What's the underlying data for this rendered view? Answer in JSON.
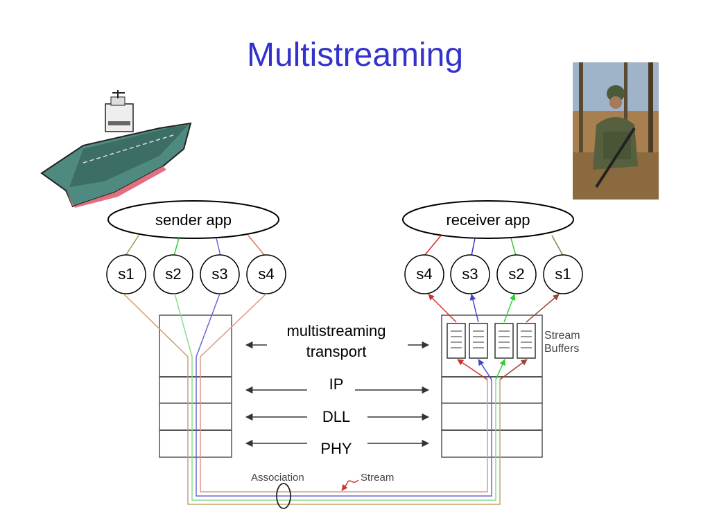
{
  "slide": {
    "title": "Multistreaming"
  },
  "sender": {
    "app_label": "sender app",
    "streams": [
      "s1",
      "s2",
      "s3",
      "s4"
    ]
  },
  "receiver": {
    "app_label": "receiver app",
    "streams": [
      "s4",
      "s3",
      "s2",
      "s1"
    ],
    "buffers_label_line1": "Stream",
    "buffers_label_line2": "Buffers"
  },
  "layers": {
    "transport_line1": "multistreaming",
    "transport_line2": "transport",
    "ip": "IP",
    "dll": "DLL",
    "phy": "PHY"
  },
  "legend": {
    "association": "Association",
    "stream": "Stream"
  },
  "pictures": {
    "left": "aircraft-carrier",
    "right": "soldier-with-radio"
  },
  "colors": {
    "title": "#3333cc",
    "s1_line": "#c8a070",
    "s2_line": "#33cc33",
    "s3_line": "#6666dd",
    "s4_line": "#dd7755",
    "receiver_s4": "#dd2222",
    "receiver_s3": "#3333cc",
    "receiver_s2": "#33cc33",
    "receiver_s1": "#888844"
  }
}
